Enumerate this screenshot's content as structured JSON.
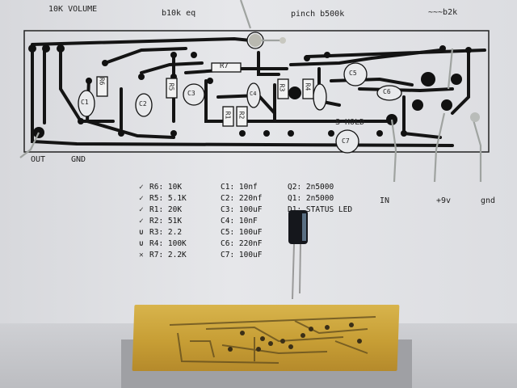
{
  "board_labels": {
    "volume": "10K VOLUME",
    "eq": "b10k eq",
    "pinch": "pinch b500k",
    "top_right": "~~~b2k",
    "out": "OUT",
    "gnd_left": "GND",
    "s_hold": "S-HOLD",
    "in": "IN",
    "plus9v": "+9v",
    "gnd_right": "gnd"
  },
  "component_labels": {
    "r7": "R7",
    "r6": "R6",
    "r5": "R5",
    "r3": "R3",
    "r4": "R4",
    "r1": "R1",
    "r2": "R2",
    "c1": "C1",
    "c2": "C2",
    "c3": "C3",
    "c4": "C4",
    "c5": "C5",
    "c6": "C6",
    "c7": "C7",
    "q2": "Q2",
    "q1": "Q1",
    "d1": "D1"
  },
  "parts_list": {
    "resistors": [
      {
        "mark": "✓",
        "text": "R6: 10K"
      },
      {
        "mark": "✓",
        "text": "R5: 5.1K"
      },
      {
        "mark": "✓",
        "text": "R1: 20K"
      },
      {
        "mark": "✓",
        "text": "R2: 51K"
      },
      {
        "mark": "∪",
        "text": "R3: 2.2"
      },
      {
        "mark": "∪",
        "text": "R4: 100K"
      },
      {
        "mark": "✕",
        "text": "R7: 2.2K"
      }
    ],
    "capacitors": [
      "C1: 10nf",
      "C2: 220nf",
      "C3: 100uF",
      "C4: 10nF",
      "C5: 100uF",
      "C6: 220nF",
      "C7: 100uF"
    ],
    "semis": [
      "Q2: 2n5000",
      "Q1: 2n5000",
      "D1: STATUS LED"
    ]
  },
  "colors": {
    "paper": "#e2e3e6",
    "trace": "#141414",
    "copper_board": "#c9a03a",
    "capacitor_body": "#15171c",
    "wire": "#a8aca8"
  }
}
